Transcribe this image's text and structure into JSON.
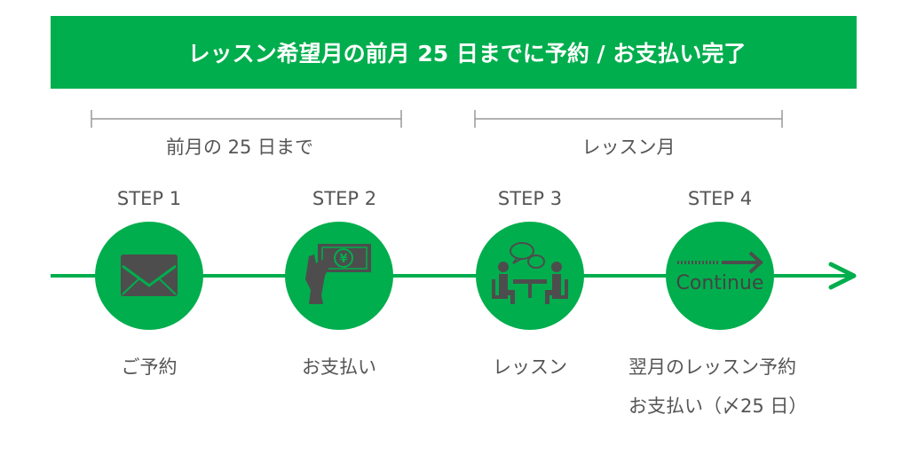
{
  "banner": {
    "title": "レッスン希望月の前月 25 日までに予約 / お支払い完了"
  },
  "periods": [
    {
      "label": "前月の 25 日まで"
    },
    {
      "label": "レッスン月"
    }
  ],
  "steps": [
    {
      "step": "STEP 1",
      "label": "ご予約",
      "icon": "envelope-icon"
    },
    {
      "step": "STEP 2",
      "label": "お支払い",
      "icon": "hand-money-icon"
    },
    {
      "step": "STEP 3",
      "label": "レッスン",
      "icon": "meeting-icon"
    },
    {
      "step": "STEP 4",
      "label": "翌月のレッスン予約",
      "label2": "お支払い（〆25 日）",
      "icon": "continue-arrow-icon",
      "icon_text": "Continue"
    }
  ],
  "colors": {
    "green": "#00ae4d",
    "icon": "#4d4d4d"
  }
}
